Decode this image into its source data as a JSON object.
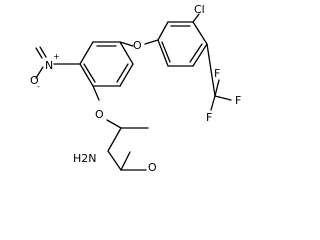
{
  "structure": {
    "atoms": {
      "cl": "Cl",
      "f_top": "F",
      "f_right": "F",
      "f_bottom": "F",
      "o_ether_top": "O",
      "o_ether_bottom": "O",
      "nitro_n": "N",
      "nitro_o": "O",
      "carbonyl_o": "O",
      "amide_n": "H2N"
    },
    "charges": {
      "nitro_n": "+",
      "nitro_o": "-"
    }
  }
}
